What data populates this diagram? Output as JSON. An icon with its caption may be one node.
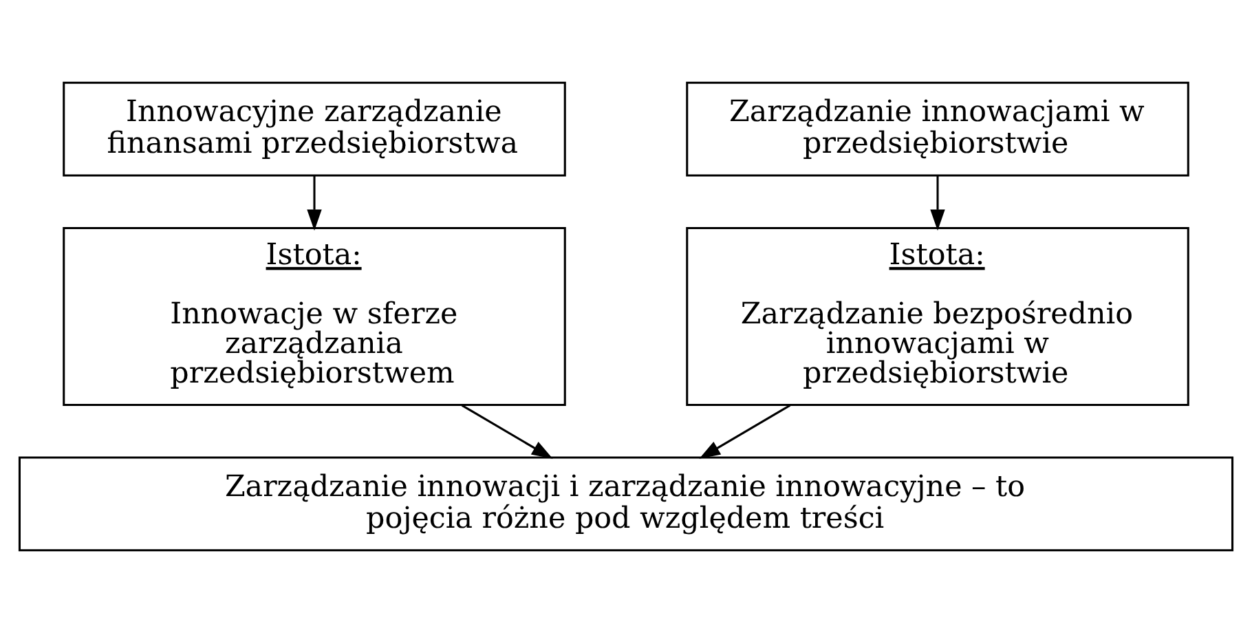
{
  "diagram": {
    "nodes": [
      {
        "text": [
          "Innowacyjne zarządzanie finansami przedsiębiorstwa"
        ]
      },
      {
        "text": [
          "Zarządzanie innowacjami w przedsiębiorstwie"
        ]
      },
      {
        "text": [
          "Istota:",
          "Innowacje w sferze zarządzania przedsiębiorstwem"
        ]
      },
      {
        "text": [
          "Istota:",
          "Zarządzanie bezpośrednio innowacjami w przedsiębiorstwie"
        ]
      },
      {
        "text": [
          "Zarządzanie innowacji i zarządzanie innowacyjne – to pojęcia różne pod względem treści"
        ]
      }
    ],
    "edges": [
      {
        "from": 0,
        "to": 2,
        "arrow": "to"
      },
      {
        "from": 1,
        "to": 3,
        "arrow": "to"
      },
      {
        "from": 2,
        "to": 4,
        "arrow": "to"
      },
      {
        "from": 3,
        "to": 4,
        "arrow": "to"
      }
    ]
  }
}
